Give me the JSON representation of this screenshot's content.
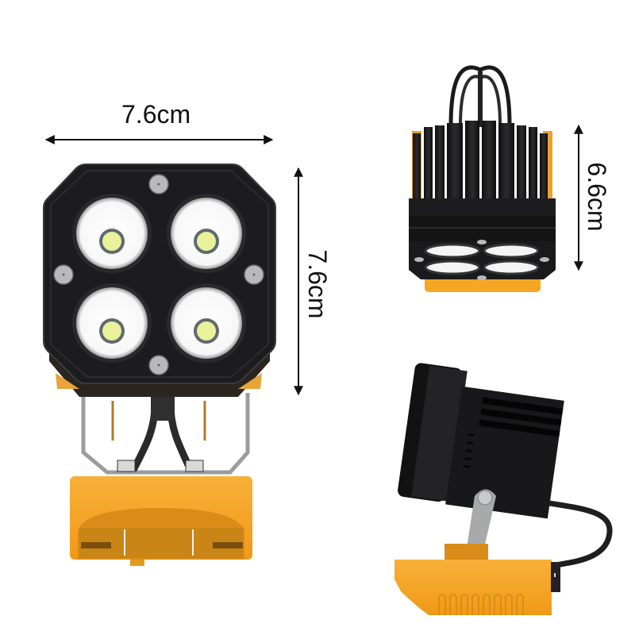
{
  "dimensions": {
    "front_width": "7.6cm",
    "front_height": "7.6cm",
    "top_view_height": "6.6cm"
  },
  "views": [
    {
      "name": "front-view",
      "description": "Front view with four LED lenses and yellow battery adapter base"
    },
    {
      "name": "top-view",
      "description": "Top view showing heat-sink fins and cable handle"
    },
    {
      "name": "side-view",
      "description": "Side view with pivot bracket, cable and yellow base"
    }
  ],
  "colors": {
    "housing": "#1c1c1e",
    "base_yellow": "#f5a623",
    "base_shadow": "#c9861a",
    "lens_white": "#ffffff",
    "led_core": "#e9f19a",
    "screw_gray": "#b9b9b9",
    "bracket_silver": "#a7a9ab",
    "arrow_black": "#111111"
  },
  "led_count": 4
}
